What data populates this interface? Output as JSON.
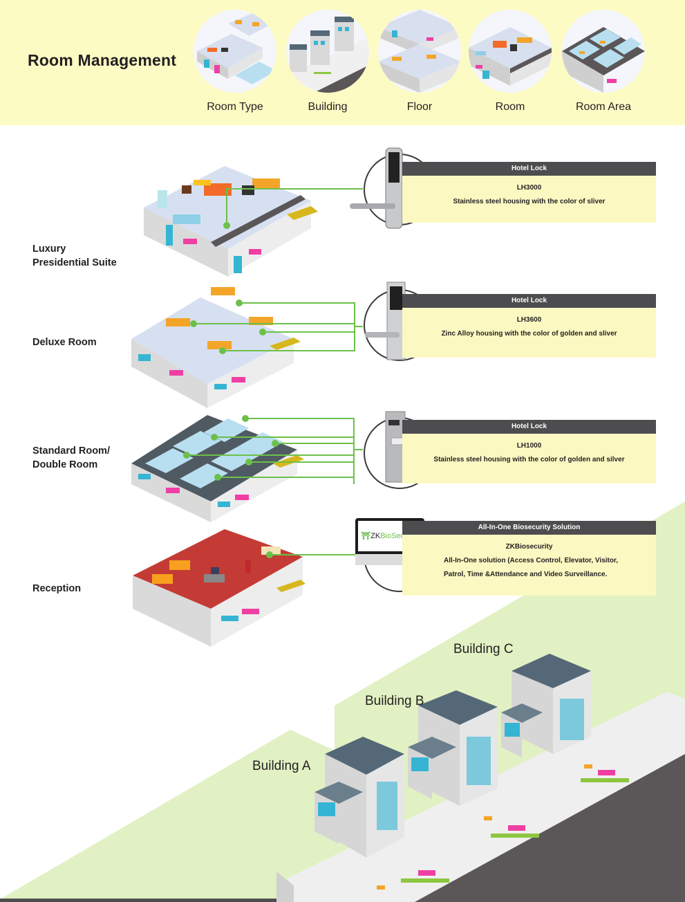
{
  "header": {
    "title": "Room Management",
    "categories": [
      {
        "label": "Room Type",
        "icon": "room-type-illustration"
      },
      {
        "label": "Building",
        "icon": "building-illustration"
      },
      {
        "label": "Floor",
        "icon": "floor-illustration"
      },
      {
        "label": "Room",
        "icon": "room-illustration"
      },
      {
        "label": "Room Area",
        "icon": "room-area-illustration"
      }
    ]
  },
  "floors": [
    {
      "label_line1": "Luxury",
      "label_line2": "Presidential Suite"
    },
    {
      "label_line1": "Deluxe Room",
      "label_line2": ""
    },
    {
      "label_line1": "Standard Room/",
      "label_line2": "Double Room"
    },
    {
      "label_line1": "Reception",
      "label_line2": ""
    }
  ],
  "products": [
    {
      "heading": "Hotel Lock",
      "model": "LH3000",
      "desc1": "Stainless steel housing with the color of sliver",
      "desc2": ""
    },
    {
      "heading": "Hotel Lock",
      "model": "LH3600",
      "desc1": "Zinc Alloy housing with the color of golden and sliver",
      "desc2": ""
    },
    {
      "heading": "Hotel Lock",
      "model": "LH1000",
      "desc1": "Stainless steel housing with the color of golden and silver",
      "desc2": ""
    },
    {
      "heading": "All-In-One Biosecurity Solution",
      "model": "ZKBiosecurity",
      "desc1": "All-In-One solution (Access Control, Elevator, Visitor,",
      "desc2": "Patrol, Time &Attendance  and Video Surveillance."
    }
  ],
  "monitor": {
    "brand_prefix": "ZK",
    "brand_suffix": "BioSecurity"
  },
  "buildings": [
    {
      "label": "Building A"
    },
    {
      "label": "Building B"
    },
    {
      "label": "Building C"
    }
  ],
  "colors": {
    "header_bg": "#fdfbc4",
    "card_head": "#4d4d4f",
    "card_body": "#fbf8c2",
    "connector": "#6cc04a",
    "green_bg": "#e1f1c3",
    "road": "#5b5658"
  }
}
